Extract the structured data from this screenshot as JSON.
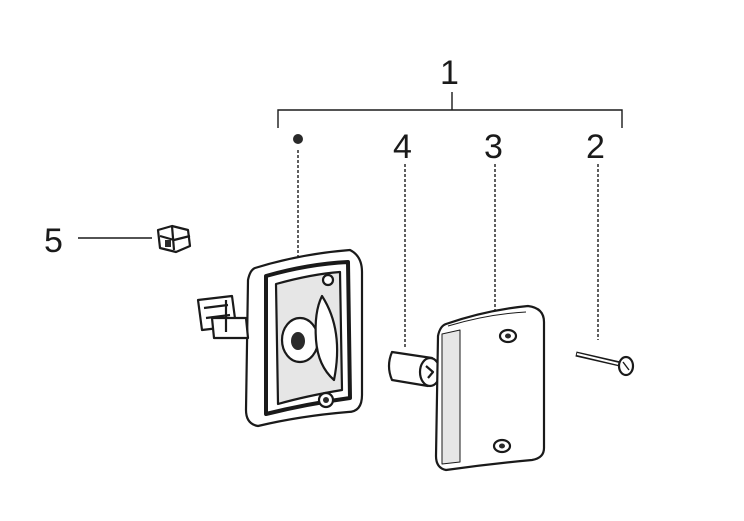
{
  "diagram": {
    "callouts": {
      "group": "1",
      "screw": "2",
      "lens": "3",
      "bulb": "4",
      "clip": "5"
    },
    "colors": {
      "ink": "#1a1a1a",
      "paper": "#ffffff",
      "shade": "#e6e6e6"
    }
  }
}
